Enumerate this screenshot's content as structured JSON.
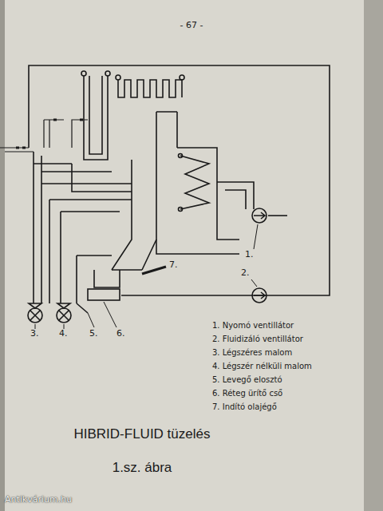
{
  "diagram": {
    "title": "HIBRID-FLUID tüzelés",
    "caption": "1.sz. ábra",
    "labels": [
      "- 67 -",
      "1.",
      "2.",
      "3.",
      "4.",
      "5.",
      "6.",
      "7.",
      "1. Nyomó ventillátor",
      "2. Fluidizáló ventillátor",
      "3. Légszéres malom",
      "4. Légszér nélküli malom",
      "5. Levegő elosztó",
      "6. Réteg ürítő cső",
      "7. Indító olajégő",
      "Antikvárium.hu"
    ]
  }
}
